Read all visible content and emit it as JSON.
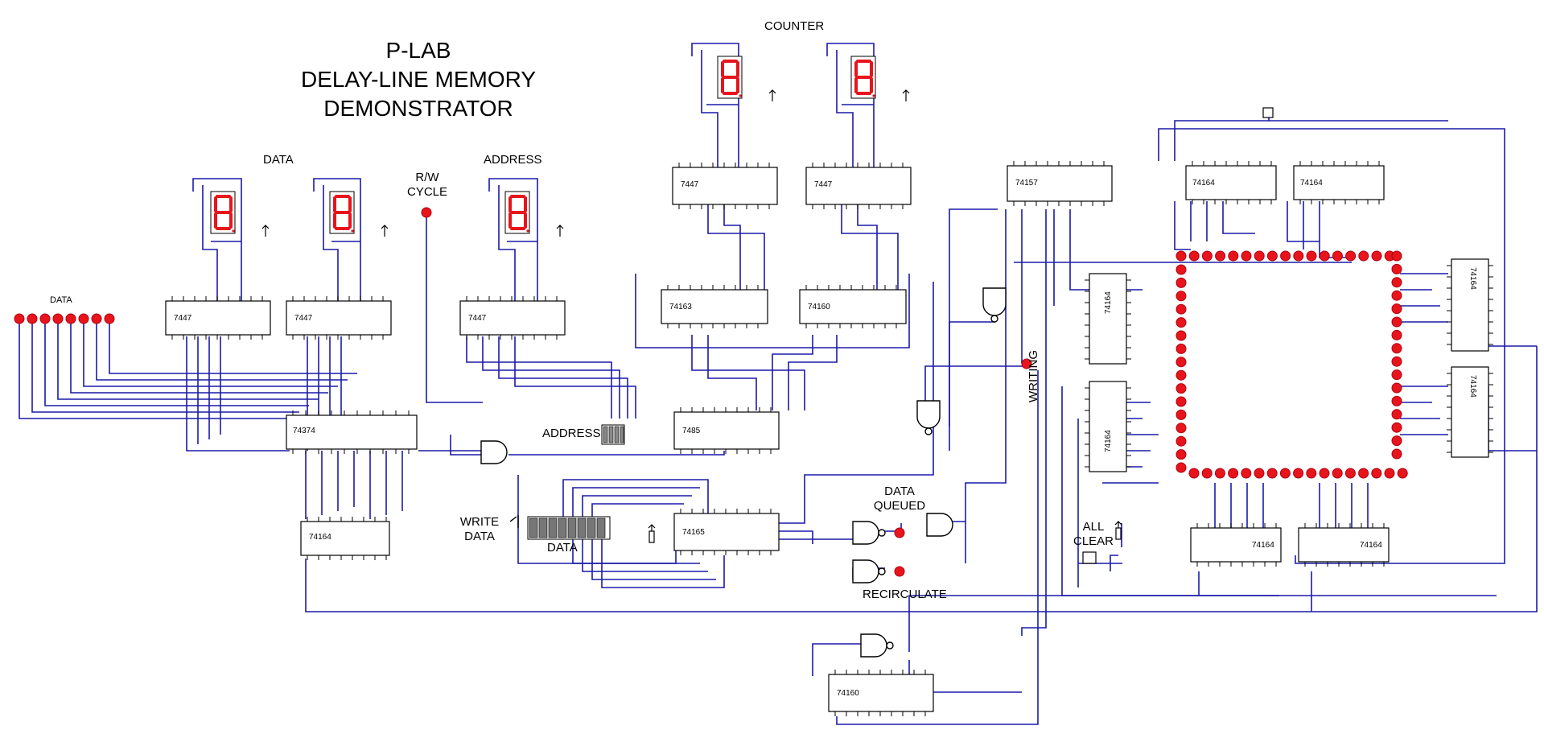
{
  "title": {
    "line1": "P-LAB",
    "line2": "DELAY-LINE MEMORY",
    "line3": "DEMONSTRATOR"
  },
  "labels": {
    "counter": "COUNTER",
    "data_display": "DATA",
    "address_display": "ADDRESS",
    "rw_cycle_line1": "R/W",
    "rw_cycle_line2": "CYCLE",
    "data_inputs": "DATA",
    "address_switch": "ADDRESS",
    "write_data_line1": "WRITE",
    "write_data_line2": "DATA",
    "data_switch": "DATA",
    "data_queued_line1": "DATA",
    "data_queued_line2": "QUEUED",
    "recirculate": "RECIRCULATE",
    "writing": "WRITING",
    "all_clear_line1": "ALL",
    "all_clear_line2": "CLEAR"
  },
  "chips": [
    {
      "id": "dec-data-1",
      "name": "7447"
    },
    {
      "id": "dec-data-2",
      "name": "7447"
    },
    {
      "id": "dec-addr",
      "name": "7447"
    },
    {
      "id": "dec-cnt-1",
      "name": "7447"
    },
    {
      "id": "dec-cnt-2",
      "name": "7447"
    },
    {
      "id": "latch",
      "name": "74374"
    },
    {
      "id": "sr-left",
      "name": "74164"
    },
    {
      "id": "counter-1",
      "name": "74163"
    },
    {
      "id": "counter-2",
      "name": "74160"
    },
    {
      "id": "comparator",
      "name": "7485"
    },
    {
      "id": "piso",
      "name": "74165"
    },
    {
      "id": "mux",
      "name": "74157"
    },
    {
      "id": "counter-3",
      "name": "74160"
    },
    {
      "id": "ring-top-1",
      "name": "74164"
    },
    {
      "id": "ring-top-2",
      "name": "74164"
    },
    {
      "id": "ring-left-1",
      "name": "74164"
    },
    {
      "id": "ring-left-2",
      "name": "74164"
    },
    {
      "id": "ring-right-1",
      "name": "74164"
    },
    {
      "id": "ring-right-2",
      "name": "74164"
    },
    {
      "id": "ring-bot-1",
      "name": "74164"
    },
    {
      "id": "ring-bot-2",
      "name": "74164"
    }
  ],
  "colors": {
    "wire": "#1a1aa8",
    "led": "#e8141c",
    "segment": "#e8141c",
    "chip_border": "#000000"
  }
}
